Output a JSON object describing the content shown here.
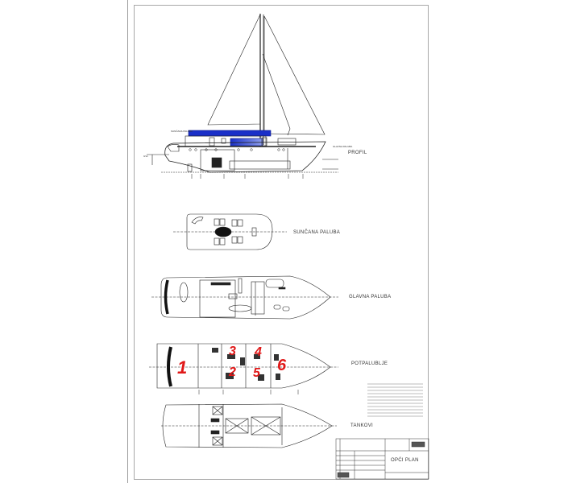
{
  "drawing": {
    "title": "OPĆI PLAN",
    "views": [
      {
        "id": "profil",
        "label": "PROFIL"
      },
      {
        "id": "suncana",
        "label": "SUNČANA PALUBA"
      },
      {
        "id": "glavna",
        "label": "GLAVNA PALUBA"
      },
      {
        "id": "potpalublje",
        "label": "POTPALUBLJE"
      },
      {
        "id": "tankovi",
        "label": "TANKOVI"
      }
    ],
    "cabin_numbers": [
      "1",
      "2",
      "3",
      "4",
      "5",
      "6"
    ],
    "colors": {
      "cabin_marker": "#e01818",
      "sun_deck_fill": "#2233cc",
      "line": "#222222",
      "frame": "#a8a8a8"
    }
  }
}
